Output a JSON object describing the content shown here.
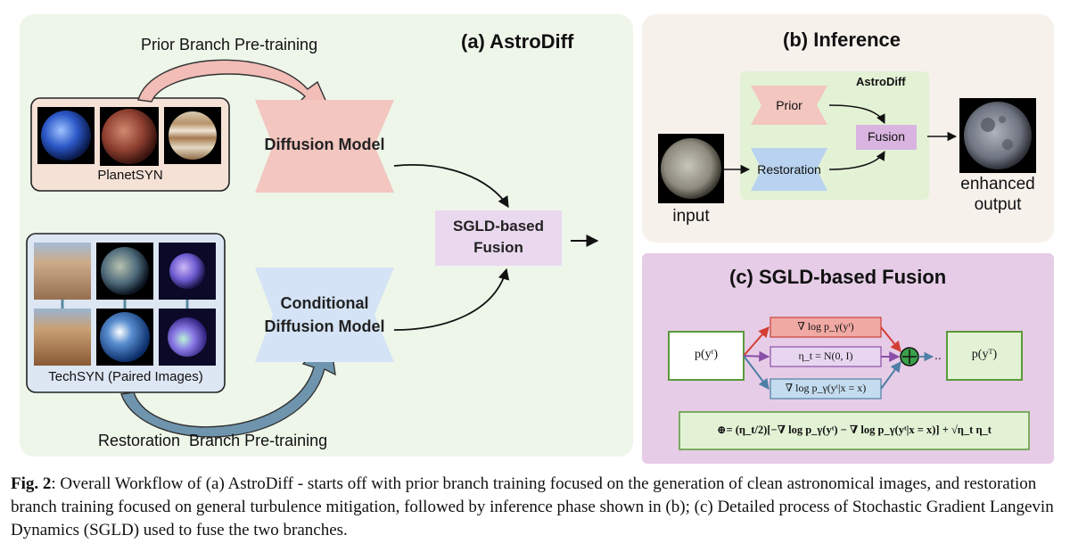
{
  "panel_a": {
    "title": "(a) AstroDiff",
    "prior_pretraining_label": "Prior Branch Pre-training",
    "restoration_pretraining_label": "Restoration  Branch Pre-training",
    "planetsyn_label": "PlanetSYN",
    "techsyn_label": "TechSYN (Paired Images)",
    "diffusion_model_label": "Diffusion Model",
    "conditional_line1": "Conditional",
    "conditional_line2": "Diffusion Model",
    "sgld_line1": "SGLD-based",
    "sgld_line2": "Fusion"
  },
  "panel_b": {
    "title": "(b) Inference",
    "astrodiff_label": "AstroDiff",
    "prior_label": "Prior",
    "restoration_label": "Restoration",
    "fusion_label": "Fusion",
    "input_label": "input",
    "output_line1": "enhanced",
    "output_line2": "output"
  },
  "panel_c": {
    "title": "(c) SGLD-based Fusion",
    "p_yt": "p(yᵗ)",
    "grad_prior": "∇ log p_γ(yᵗ)",
    "noise": "η_t = N(0, I)",
    "grad_cond": "∇ log p_γ(yᵗ|x = x)",
    "dots": "..",
    "p_yT": "p(yᵀ)",
    "formula": "⊕= (η_t/2)[−∇ log p_γ(yᵗ) − ∇ log p_γ(yᵗ|x = x)] + √η_t η_t"
  },
  "caption": {
    "fig_label": "Fig. 2",
    "text": ": Overall Workflow of (a) AstroDiff - starts off with prior branch training focused on the generation of clean astronomical images, and restoration branch training focused on general turbulence mitigation, followed by inference phase shown in (b); (c) Detailed process of Stochastic Gradient Langevin Dynamics (SGLD) used to fuse the two branches."
  },
  "colors": {
    "panel_a_bg": "#eef6ea",
    "panel_b_bg": "#f7f1ec",
    "panel_c_bg": "#e6cce6",
    "pink": "#f3c6c0",
    "blue": "#cfe0f4",
    "lilac": "#ead8ef",
    "green_box": "#e3f2d5",
    "green_border": "#5a9a3a",
    "arrow_pink": "#e9a8a4",
    "arrow_teal": "#5e8da8",
    "red": "#d43d34",
    "purple": "#8a4fa8",
    "steel": "#4e7fa6"
  },
  "icons": [
    "planet-thumbnails",
    "ruins-thumbnails",
    "moon-thumbnails",
    "plus-circle-icon"
  ]
}
